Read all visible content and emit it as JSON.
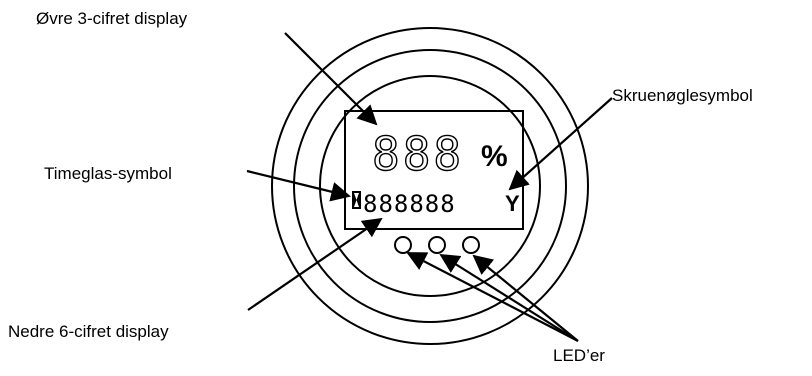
{
  "labels": {
    "upper_display": "Øvre 3-cifret display",
    "wrench_symbol": "Skruenøglesymbol",
    "hourglass_symbol": "Timeglas-symbol",
    "lower_display": "Nedre 6-cifret display",
    "leds": "LED’er"
  },
  "display": {
    "upper_digits": "888",
    "percent_symbol": "%",
    "lower_digits": "888888",
    "wrench_glyph": "Y"
  },
  "colors": {
    "line": "#000000",
    "background": "#ffffff"
  }
}
